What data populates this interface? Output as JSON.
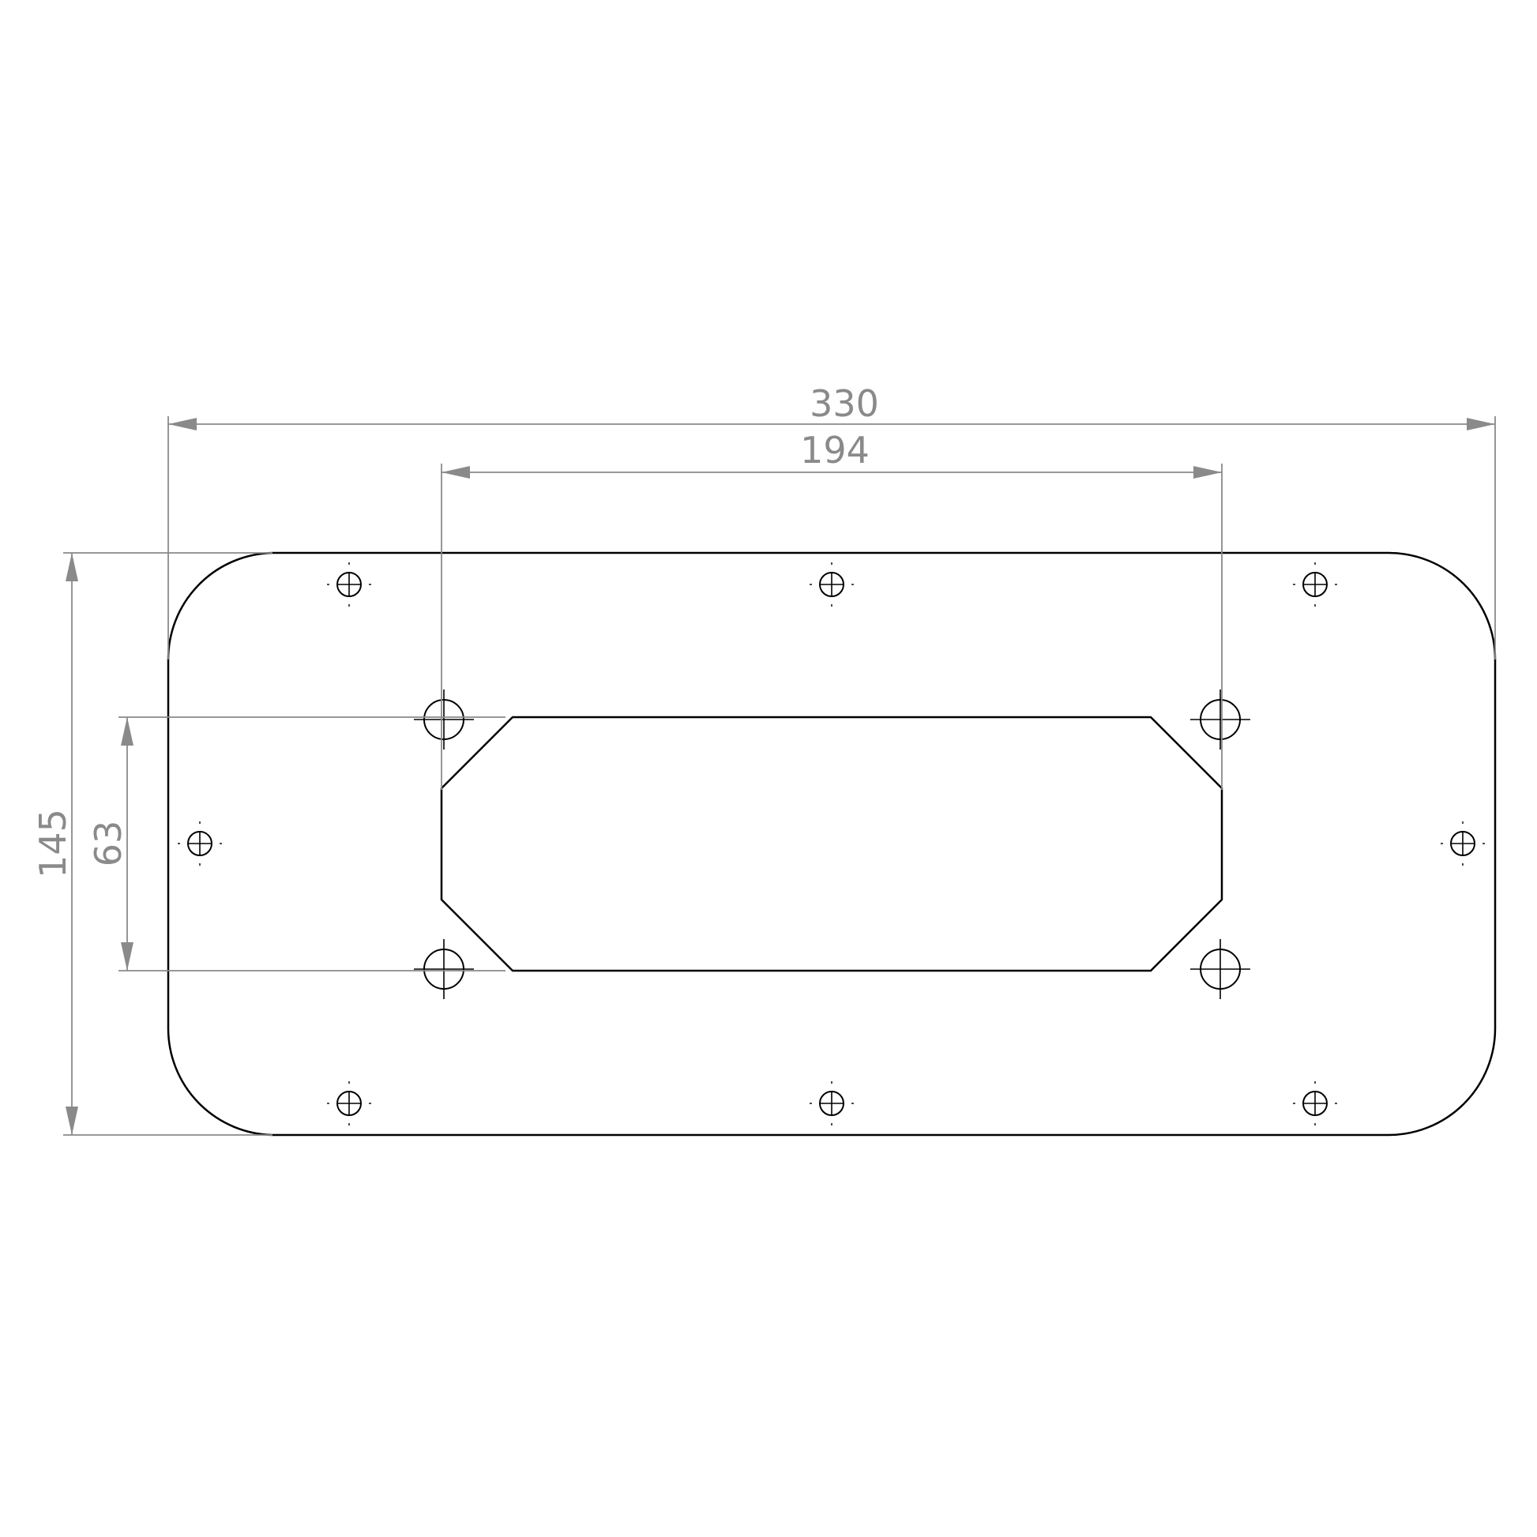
{
  "dimensions": {
    "overall_width": "330",
    "cutout_hole_spacing": "194",
    "overall_height": "145",
    "cutout_hole_height": "63"
  },
  "colors": {
    "outline": "#000000",
    "dimension": "#8a8a8a",
    "background": "#ffffff"
  }
}
